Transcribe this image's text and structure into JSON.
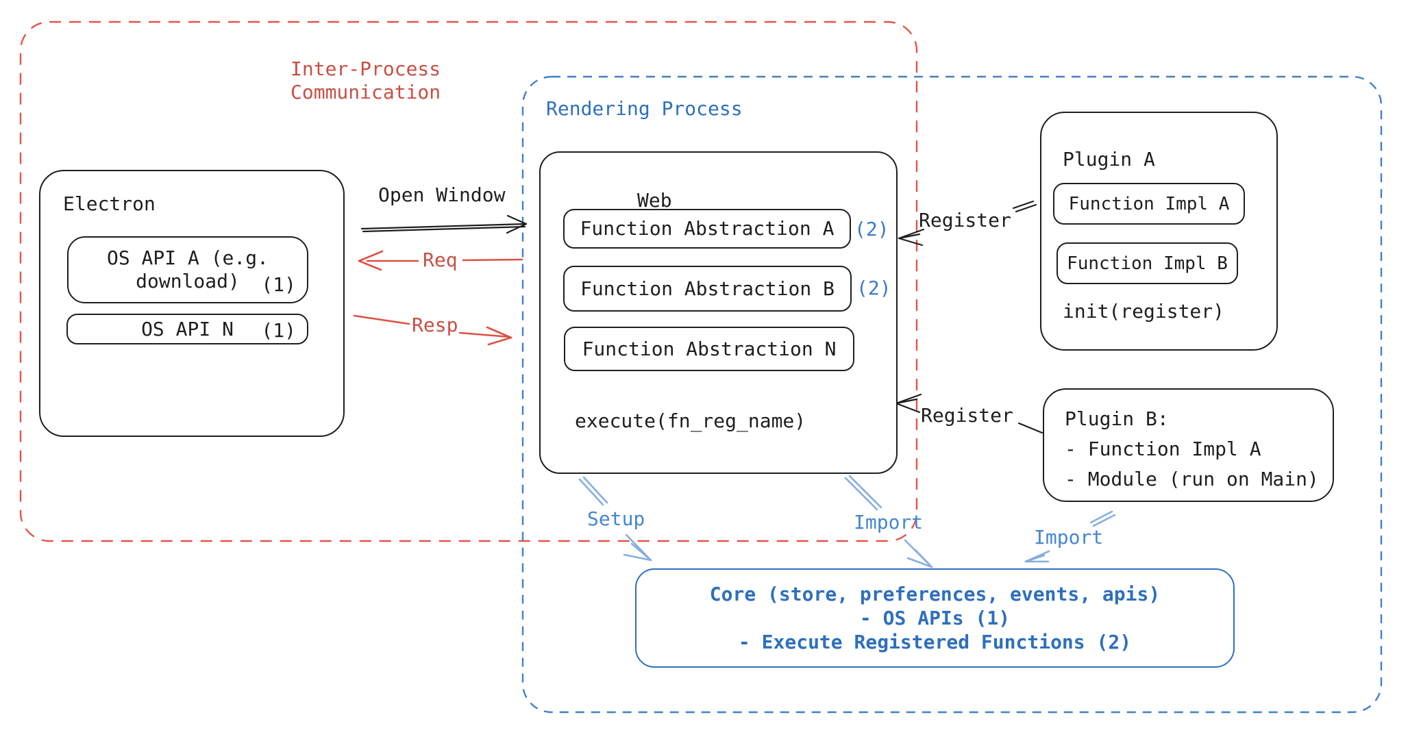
{
  "colors": {
    "ink": "#1e1e1e",
    "red_dash": "#e25549",
    "red_text": "#c94f43",
    "blue": "#2e6fbd",
    "blue_label": "#4586cf",
    "arrow_blue": "#85aede"
  },
  "ipc": {
    "label_line1": "Inter-Process",
    "label_line2": "Communication"
  },
  "rendering": {
    "label": "Rendering Process"
  },
  "electron": {
    "title": "Electron",
    "os_api_a_line1": "OS API A (e.g.",
    "os_api_a_line2": "download)",
    "os_api_a_badge": "(1)",
    "os_api_n": "OS API N",
    "os_api_n_badge": "(1)"
  },
  "web": {
    "title": "Web",
    "fa_a": "Function Abstraction A",
    "fa_a_badge": "(2)",
    "fa_b": "Function Abstraction B",
    "fa_b_badge": "(2)",
    "fa_n": "Function Abstraction N",
    "execute": "execute(fn_reg_name)"
  },
  "plugin_a": {
    "title": "Plugin A",
    "impl_a": "Function Impl A",
    "impl_b": "Function Impl B",
    "init": "init(register)"
  },
  "plugin_b": {
    "line1": "Plugin B:",
    "line2": "- Function Impl A",
    "line3": "- Module (run on Main)"
  },
  "core": {
    "line1": "Core (store, preferences, events, apis)",
    "line2": "- OS APIs (1)",
    "line3": "- Execute Registered Functions (2)"
  },
  "arrows": {
    "open_window": "Open Window",
    "req": "Req",
    "resp": "Resp",
    "register_top": "Register",
    "register_bottom": "Register",
    "setup": "Setup",
    "import_left": "Import",
    "import_right": "Import"
  }
}
